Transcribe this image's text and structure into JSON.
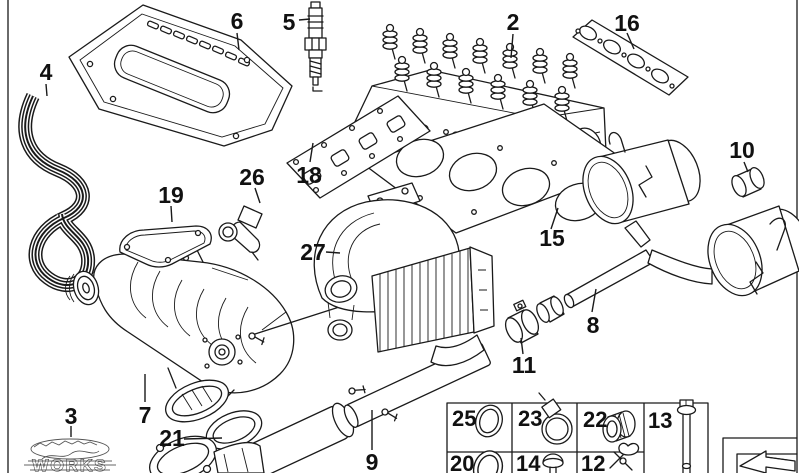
{
  "diagram": {
    "colors": {
      "background": "#ffffff",
      "line": "#1a1a1a"
    },
    "callouts": [
      {
        "label": "6"
      },
      {
        "label": "5"
      },
      {
        "label": "2"
      },
      {
        "label": "16"
      },
      {
        "label": "4"
      },
      {
        "label": "10"
      },
      {
        "label": "18"
      },
      {
        "label": "19"
      },
      {
        "label": "26"
      },
      {
        "label": "27"
      },
      {
        "label": "15"
      },
      {
        "label": "8"
      },
      {
        "label": "11"
      },
      {
        "label": "7"
      },
      {
        "label": "3"
      },
      {
        "label": "21"
      },
      {
        "label": "9"
      }
    ],
    "parts_box": {
      "row1": [
        "25",
        "23",
        "22",
        "13"
      ],
      "row2": [
        "20",
        "14",
        "12"
      ]
    },
    "watermark": {
      "text": "WORKS"
    },
    "icons": {
      "nav_arrow": "page-turn-arrow-left"
    }
  }
}
